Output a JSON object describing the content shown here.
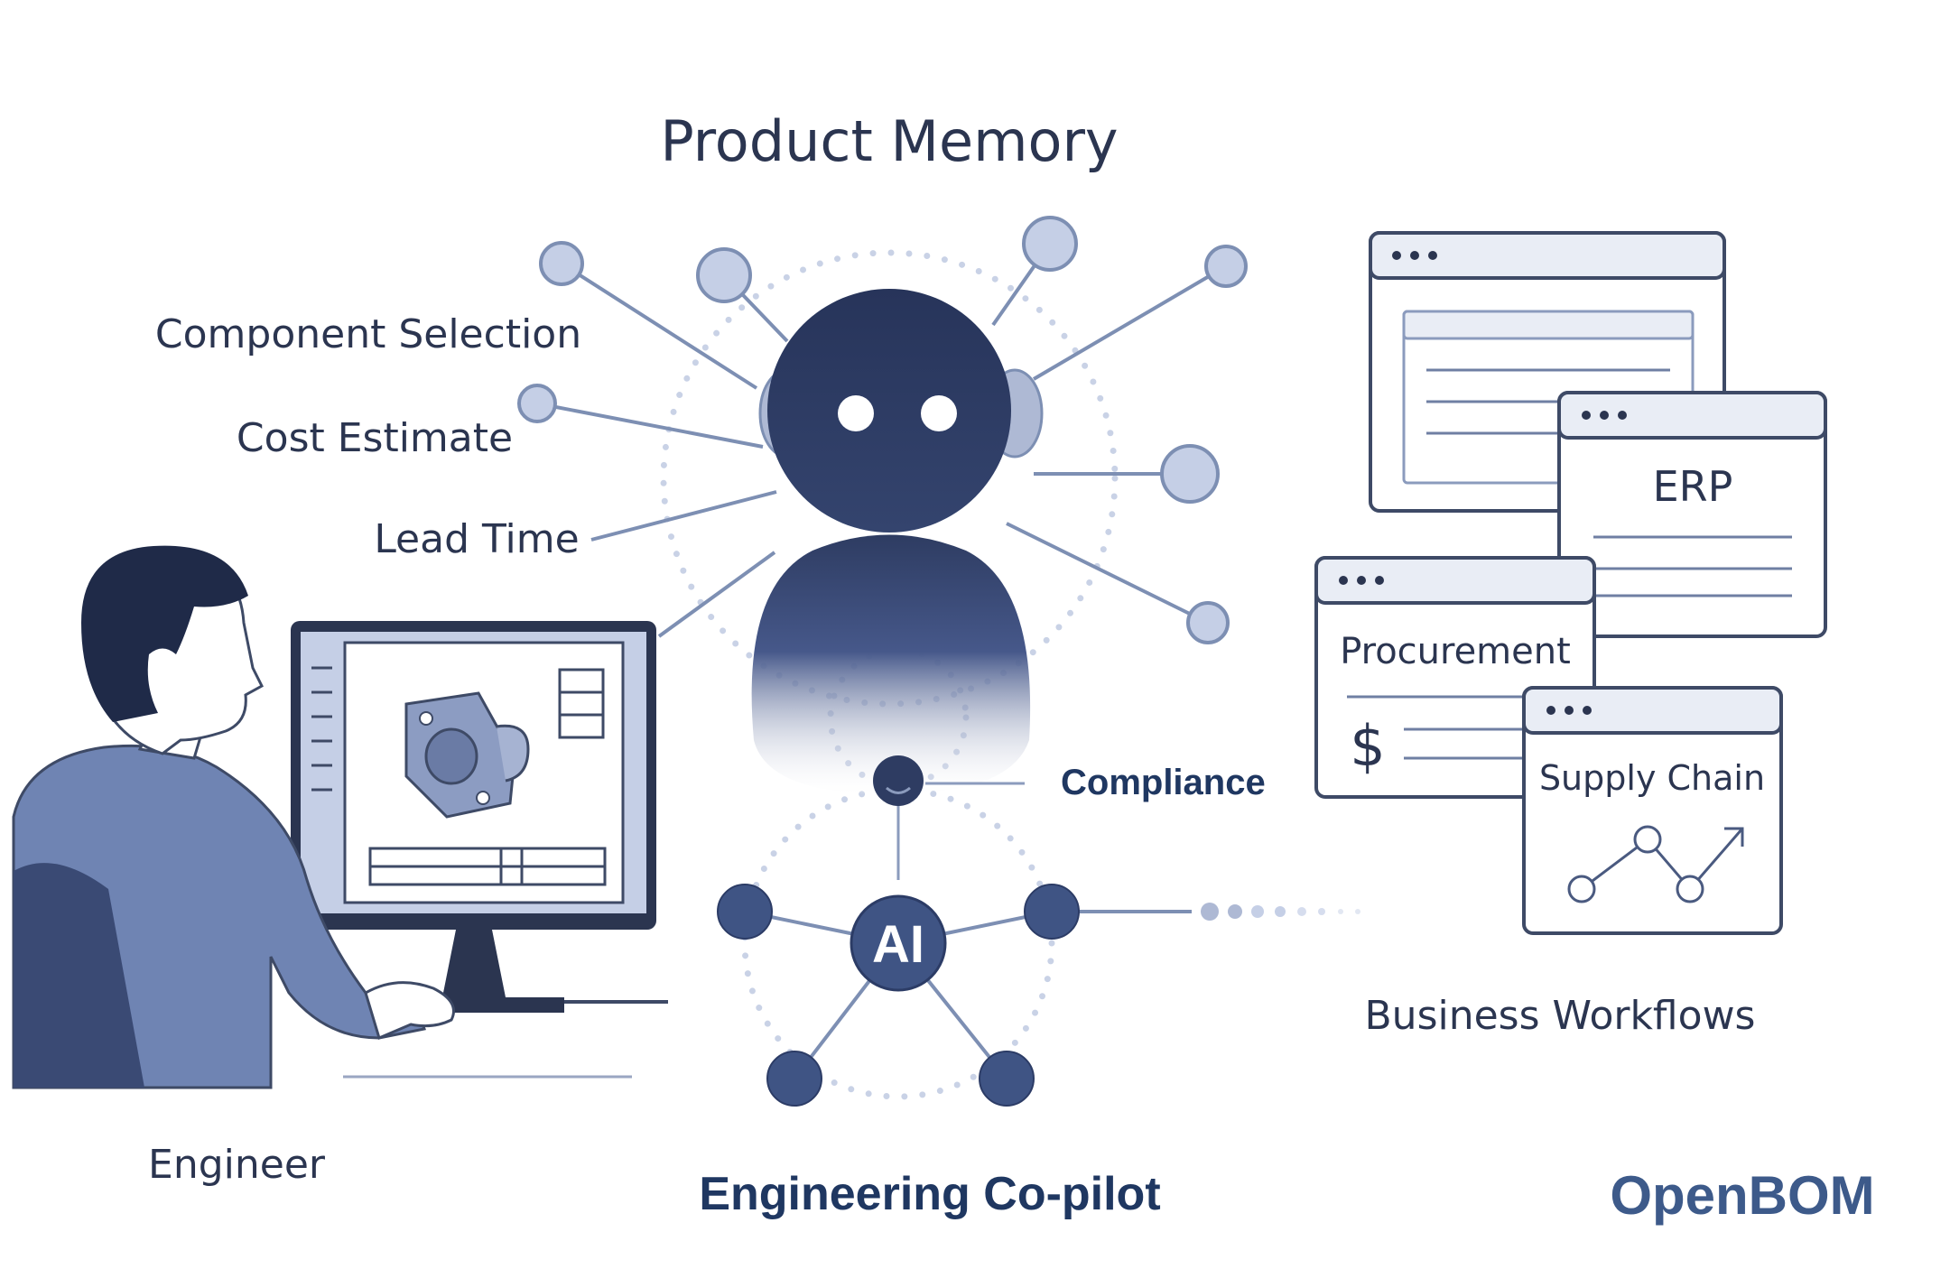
{
  "diagram": {
    "title": "Product Memory",
    "left_labels": [
      "Component Selection",
      "Cost Estimate",
      "Lead Time"
    ],
    "compliance_label": "Compliance",
    "ai_badge": "AI",
    "copilot_label": "Engineering Co-pilot",
    "engineer_label": "Engineer",
    "workflows_label": "Business Workflows",
    "windows": {
      "erp": "ERP",
      "procurement": "Procurement",
      "currency_symbol": "$",
      "supply_chain": "Supply Chain"
    },
    "logo": "OpenBOM",
    "colors": {
      "primary_navy": "#2b3550",
      "accent_blue": "#3f5484",
      "light_node": "#c5cfe6",
      "logo_blue": "#3d5a8a"
    },
    "icons": [
      "robot-avatar-icon",
      "engineer-figure-icon",
      "computer-monitor-icon",
      "cad-part-icon",
      "trend-chart-icon"
    ]
  }
}
